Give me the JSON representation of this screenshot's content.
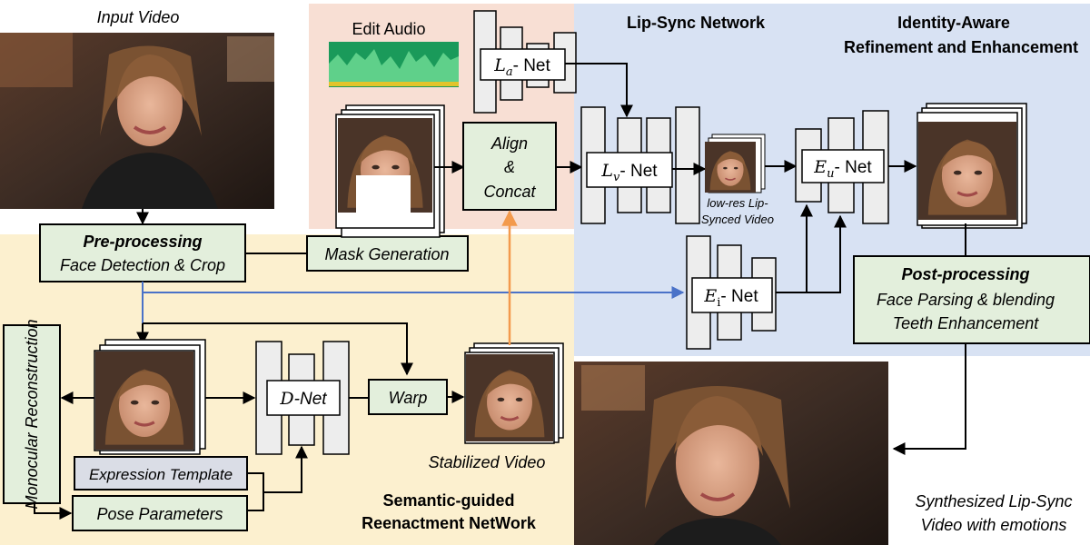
{
  "captions": {
    "input_video": "Input Video",
    "edit_audio": "Edit Audio",
    "low_res_line1": "low-res Lip-",
    "low_res_line2": "Synced Video",
    "stabilized_video": "Stabilized Video",
    "synth_line1": "Synthesized Lip-Sync",
    "synth_line2": "Video with emotions"
  },
  "regions": {
    "lipsync_title": "Lip-Sync Network",
    "identity_title_line1": "Identity-Aware",
    "identity_title_line2": "Refinement and Enhancement",
    "reenact_title_line1": "Semantic-guided",
    "reenact_title_line2": "Reenactment NetWork"
  },
  "boxes": {
    "preproc_title": "Pre-processing",
    "preproc_sub": "Face Detection & Crop",
    "mask_generation": "Mask Generation",
    "align_line1": "Align",
    "align_line2": "&",
    "align_line3": "Concat",
    "warp": "Warp",
    "monocular": "Monocular Reconstruction",
    "expression_template": "Expression Template",
    "pose_parameters": "Pose Parameters",
    "postproc_title": "Post-processing",
    "postproc_line1": "Face Parsing & blending",
    "postproc_line2": "Teeth Enhancement"
  },
  "nets": {
    "la": {
      "sym": "L",
      "sub": "a",
      "suffix": "- Net"
    },
    "lv": {
      "sym": "L",
      "sub": "v",
      "suffix": "- Net"
    },
    "eu": {
      "sym": "E",
      "sub": "u",
      "suffix": "- Net"
    },
    "ei": {
      "sym": "E",
      "sub": "i",
      "suffix": "- Net"
    },
    "d": {
      "sym": "D",
      "suffix": "-Net"
    }
  },
  "colors": {
    "lipsync_bg": "#f8dfd4",
    "identity_bg": "#d8e2f3",
    "reenact_bg": "#fcf0cf",
    "box_fill": "#e3efdc",
    "expression_fill": "#dadde6",
    "net_fill": "#ededed",
    "blue_arrow": "#4a72c8",
    "orange_arrow": "#f39a4d"
  }
}
